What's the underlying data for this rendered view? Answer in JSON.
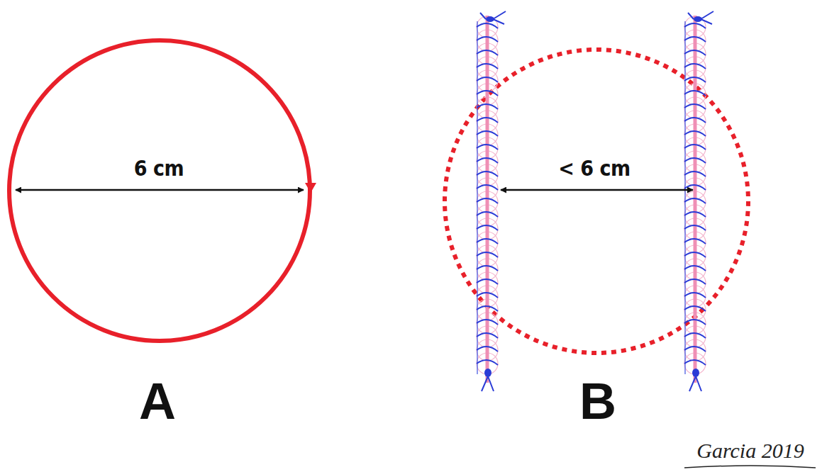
{
  "diagram": {
    "labels": [
      "6 cm",
      "A",
      "< 6 cm",
      "B",
      "Garcia 2019"
    ]
  }
}
